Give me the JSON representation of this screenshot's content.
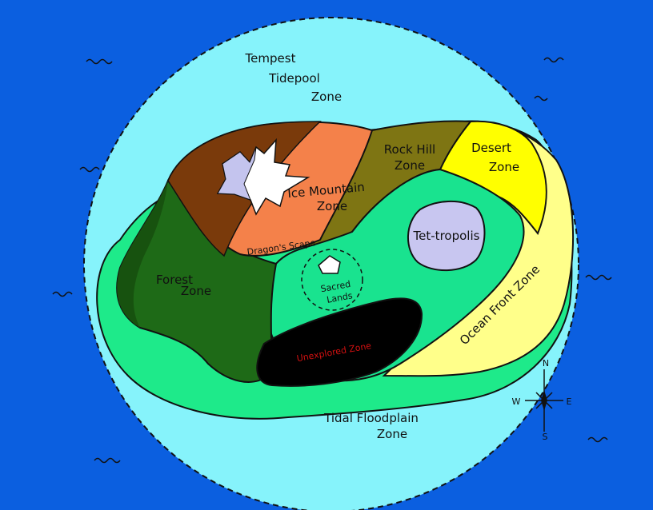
{
  "map": {
    "zones": {
      "tempest": [
        "Tempest",
        "Tidepool",
        "Zone"
      ],
      "ice_mountain": [
        "Ice Mountain",
        "Zone"
      ],
      "dragons_scape": [
        "Dragon's Scape"
      ],
      "rock_hill": [
        "Rock Hill",
        "Zone"
      ],
      "desert": [
        "Desert",
        "Zone"
      ],
      "tet_tropolis": [
        "Tet-tropolis"
      ],
      "forest": [
        "Forest",
        "Zone"
      ],
      "sacred_lands": [
        "Sacred",
        "Lands"
      ],
      "unexplored": [
        "Unexplored Zone"
      ],
      "ocean_front": [
        "Ocean Front Zone"
      ],
      "tidal_floodplain": [
        "Tidal Floodplain",
        "Zone"
      ]
    },
    "compass": {
      "n": "N",
      "e": "E",
      "s": "S",
      "w": "W"
    },
    "colors": {
      "ocean": "#0b5fe0",
      "shallow_water": "#86f3fb",
      "lowland": "#1eea8a",
      "inner_plain": "#19e38f",
      "forest": "#1e6a17",
      "forest_dark": "#17520f",
      "mountain_brown": "#7a3a0b",
      "mountain_orange": "#f4814a",
      "ice_white": "#ffffff",
      "ice_lilac": "#c4c4ee",
      "rock_hill": "#7e7513",
      "desert": "#ffff00",
      "beach": "#ffff8a",
      "city": "#c8c6f0",
      "unexplored": "#000000",
      "unexplored_label": "#d01010"
    }
  }
}
